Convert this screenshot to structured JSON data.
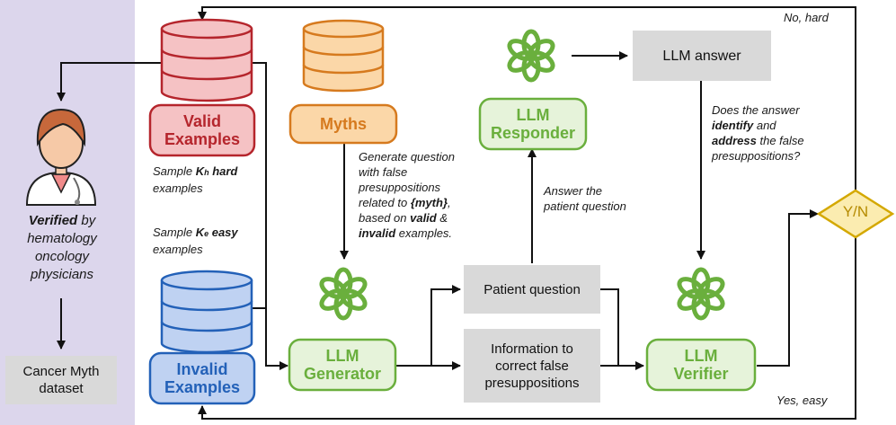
{
  "colors": {
    "sidebar": "#dcd6ec",
    "valid": "#b5252c",
    "valid_fill": "#f5c2c4",
    "myth": "#d67a1e",
    "myth_fill": "#fbd7a8",
    "invalid": "#2361b8",
    "invalid_fill": "#bfd2f2",
    "llm": "#6aaf3d",
    "llm_fill": "#e6f3da",
    "grey_box": "#d9d9d9",
    "decision": "#d4a800",
    "decision_fill": "#fbecb0"
  },
  "sidebar": {
    "verified_bold": "Verified",
    "verified_rest": " by",
    "physicians_lines": [
      "hematology",
      "oncology",
      "physicians"
    ],
    "dataset_lines": [
      "Cancer Myth",
      "dataset"
    ],
    "doctor_icon": "physician-icon"
  },
  "databases": {
    "valid_lines": [
      "Valid",
      "Examples"
    ],
    "myths_label": "Myths",
    "invalid_lines": [
      "Invalid",
      "Examples"
    ]
  },
  "llm_boxes": {
    "generator_lines": [
      "LLM",
      "Generator"
    ],
    "responder_lines": [
      "LLM",
      "Responder"
    ],
    "verifier_lines": [
      "LLM",
      "Verifier"
    ],
    "llm_icon": "openai-logo-icon"
  },
  "grey_boxes": {
    "llm_answer": "LLM answer",
    "patient_question": "Patient question",
    "information_lines": [
      "Information to",
      "correct false",
      "presuppositions"
    ]
  },
  "decision": {
    "label": "Y/N"
  },
  "annotations": {
    "sample_hard_pre": "Sample ",
    "sample_hard_k": "K",
    "sample_hard_sub": "h",
    "sample_hard_bold": " hard",
    "sample_hard_line2": "examples",
    "sample_easy_pre": "Sample ",
    "sample_easy_k": "K",
    "sample_easy_sub": "e",
    "sample_easy_bold": " easy",
    "sample_easy_line2": "examples",
    "generate_lines": [
      "Generate question",
      "with false",
      "presuppositions"
    ],
    "generate_related_pre": "related to ",
    "generate_related_bold": "{myth}",
    "generate_related_post": ",",
    "generate_based_pre": "based on ",
    "generate_based_bold": "valid",
    "generate_based_post": " &",
    "generate_invalid_bold": "invalid",
    "generate_invalid_post": " examples.",
    "answer_lines": [
      "Answer the",
      "patient question"
    ],
    "does_line1": "Does the answer",
    "does_identify_bold": "identify",
    "does_identify_post": " and",
    "does_address_bold": "address",
    "does_address_post": " the false",
    "does_line4": "presuppositions?",
    "no_hard": "No, hard",
    "yes_easy": "Yes, easy"
  }
}
